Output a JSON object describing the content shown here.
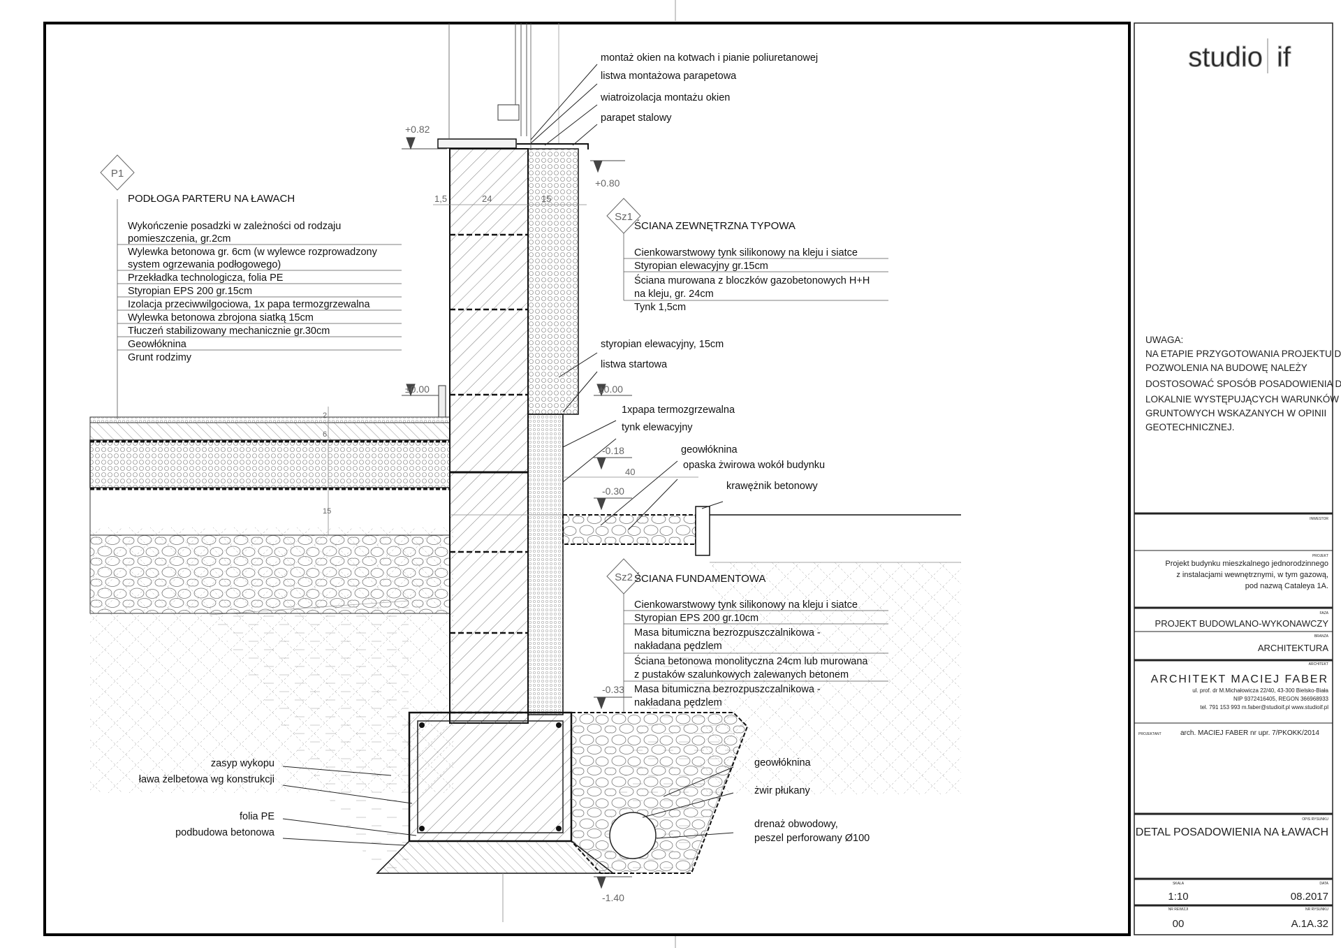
{
  "labels": {
    "top1": "montaż okien na kotwach i pianie poliuretanowej",
    "top2": "listwa montażowa parapetowa",
    "top3": "wiatroizolacja montażu okien",
    "top4": "parapet stalowy",
    "styro": "styropian elewacyjny, 15cm",
    "listwa": "listwa startowa",
    "papa": "1xpapa termozgrzewalna",
    "tynk_el": "tynk elewacyjny",
    "geow1": "geowłóknina",
    "opaska": "opaska żwirowa wokół budynku",
    "kraw": "krawężnik betonowy",
    "zasyp": "zasyp wykopu",
    "lawa": "ława  żelbetowa wg konstrukcji",
    "folia": "folia PE",
    "podbud": "podbudowa betonowa",
    "geow2": "geowłóknina",
    "zwir": "żwir płukany",
    "dren1": "drenaż obwodowy,",
    "dren2": "peszel perforowany Ø100"
  },
  "p1": {
    "tag": "P1",
    "title": "PODŁOGA PARTERU NA ŁAWACH",
    "lines": [
      "Wykończenie posadzki w zależności od rodzaju",
      "pomieszczenia, gr.2cm",
      "Wylewka betonowa gr. 6cm (w wylewce rozprowadzony",
      "system ogrzewania podłogowego)",
      "Przekładka technologicza, folia PE",
      "Styropian EPS 200 gr.15cm",
      "Izolacja przeciwwilgociowa, 1x papa termozgrzewalna",
      "Wylewka betonowa zbrojona siatką 15cm",
      "Tłuczeń stabilizowany mechanicznie gr.30cm",
      "Geowłóknina",
      "Grunt rodzimy"
    ]
  },
  "sz1": {
    "tag": "Sz1",
    "title": "ŚCIANA ZEWNĘTRZNA TYPOWA",
    "lines": [
      "Cienkowarstwowy tynk silikonowy na kleju i siatce",
      "Styropian elewacyjny gr.15cm",
      "Ściana murowana z bloczków gazobetonowych H+H",
      "na kleju, gr. 24cm",
      "Tynk 1,5cm"
    ]
  },
  "sz2": {
    "tag": "Sz2",
    "title": "ŚCIANA FUNDAMENTOWA",
    "lines": [
      "Cienkowarstwowy tynk silikonowy na kleju i siatce",
      "Styropian EPS 200 gr.10cm",
      "Masa bitumiczna bezrozpuszczalnikowa -",
      "nakładana pędzlem",
      "Ściana betonowa monolityczna 24cm lub murowana",
      "z pustaków szalunkowych zalewanych betonem",
      "Masa bitumiczna bezrozpuszczalnikowa -",
      "nakładana pędzlem"
    ]
  },
  "levels": {
    "l082": "+0.82",
    "l080": "+0.80",
    "l000a": "±0.00",
    "l000b": "±0.00",
    "l018": "-0.18",
    "l030": "-0.30",
    "l033": "-0.33",
    "l140": "-1.40"
  },
  "dims": {
    "d15": "1,5",
    "d24": "24",
    "d15b": "15",
    "d40": "40",
    "d2": "2",
    "d6": "6",
    "d15c": "15"
  },
  "titleblock": {
    "logo_left": "studio",
    "logo_right": "if",
    "note": [
      "UWAGA:",
      "NA ETAPIE PRZYGOTOWANIA PROJEKTU DO",
      "POZWOLENIA NA BUDOWĘ NALEŻY",
      "DOSTOSOWAĆ SPOSÓB POSADOWIENIA DO",
      "LOKALNIE WYSTĘPUJĄCYCH WARUNKÓW",
      "GRUNTOWYCH WSKAZANYCH W OPINII",
      "GEOTECHNICZNEJ."
    ],
    "inwestor_label": "INWESTOR",
    "projekt_label": "PROJEKT",
    "projekt_lines": [
      "Projekt budynku mieszkalnego jednorodzinnego",
      "z instalacjami wewnętrznymi, w tym gazową,",
      "pod nazwą Cataleya 1A."
    ],
    "faza_label": "FAZA",
    "faza": "PROJEKT BUDOWLANO-WYKONAWCZY",
    "branza_label": "BRANŻA",
    "branza": "ARCHITEKTURA",
    "architekt_label": "ARCHITEKT",
    "architekt": "ARCHITEKT MACIEJ FABER",
    "addr1": "ul. prof. dr M.Michałowicza 22/40, 43-300 Bielsko-Biała",
    "addr2": "NIP 9372416405, REGON 366968933",
    "addr3": "tel. 791 153 993    m.faber@studioif.pl    www.studioif.pl",
    "projektant_label": "PROJEKTANT",
    "projektant": "arch. MACIEJ FABER    nr upr. 7/PKOKK/2014",
    "opis_label": "OPIS RYSUNKU",
    "opis": "DETAL POSADOWIENIA NA ŁAWACH",
    "skala_label": "SKALA",
    "skala": "1:10",
    "data_label": "DATA",
    "data": "08.2017",
    "rewizja_label": "NR REWIZJI",
    "rewizja": "00",
    "rysunek_label": "NR RYSUNKU",
    "rysunek": "A.1A.32"
  }
}
